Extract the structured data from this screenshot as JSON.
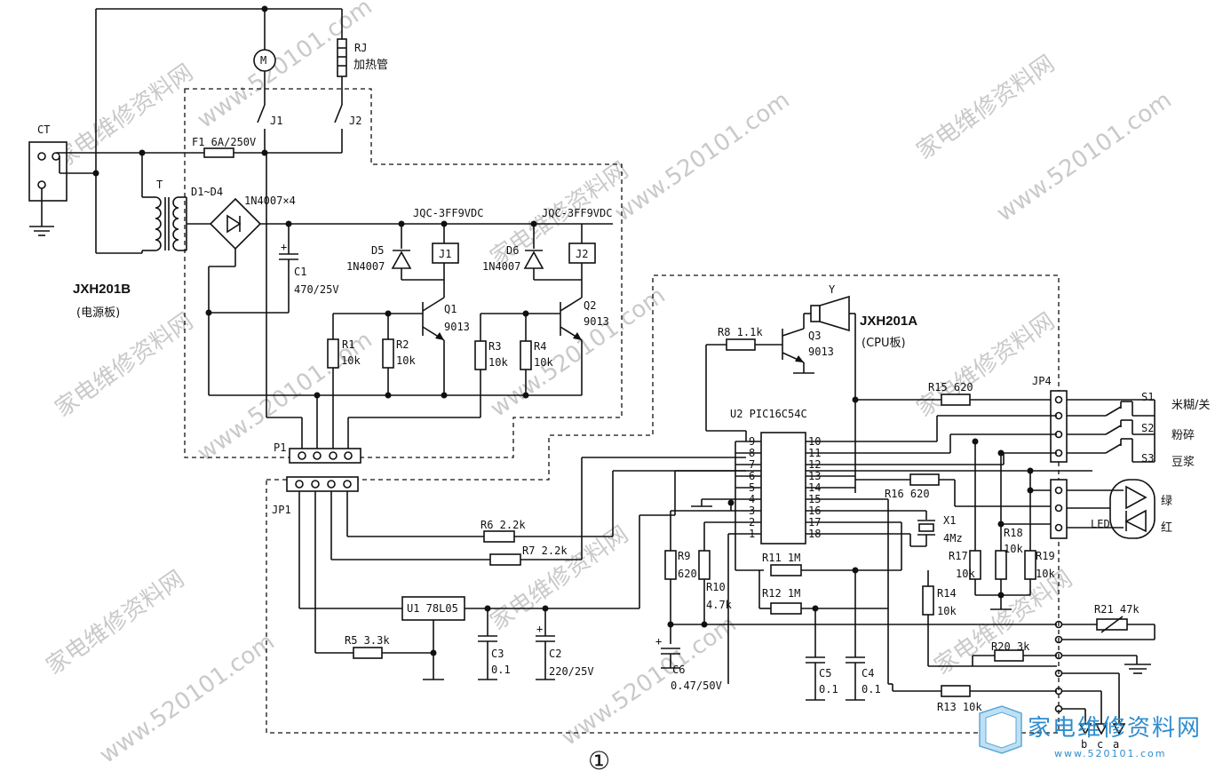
{
  "boards": {
    "power_name": "JXH201B",
    "power_sub": "(电源板)",
    "cpu_name": "JXH201A",
    "cpu_sub": "(CPU板)"
  },
  "components": {
    "ct": "CT",
    "t": "T",
    "m": "M",
    "rj": "RJ",
    "rj_desc": "加热管",
    "j1_sw": "J1",
    "j2_sw": "J2",
    "f1": "F1  6A/250V",
    "d1d4": "D1~D4",
    "bridge_note": "1N4007×4",
    "c1": "C1",
    "c1_val": "470/25V",
    "relay1": "JQC-3FF9VDC",
    "relay2": "JQC-3FF9VDC",
    "d5": "D5",
    "d5_val": "1N4007",
    "d6": "D6",
    "d6_val": "1N4007",
    "j1_coil": "J1",
    "j2_coil": "J2",
    "q1": "Q1",
    "q1_val": "9013",
    "q2": "Q2",
    "q2_val": "9013",
    "r1": "R1",
    "r1_val": "10k",
    "r2": "R2",
    "r2_val": "10k",
    "r3": "R3",
    "r3_val": "10k",
    "r4": "R4",
    "r4_val": "10k",
    "p1": "P1",
    "jp1": "JP1",
    "y": "Y",
    "r8": "R8  1.1k",
    "q3": "Q3",
    "q3_val": "9013",
    "u2": "U2  PIC16C54C",
    "r15": "R15  620",
    "jp4": "JP4",
    "s1": "S1",
    "s1_desc": "米糊/关",
    "s2": "S2",
    "s2_desc": "粉碎",
    "s3": "S3",
    "s3_desc": "豆浆",
    "r16": "R16  620",
    "x1": "X1",
    "x1_val": "4Mz",
    "led": "LED",
    "led_green": "绿",
    "led_red": "红",
    "r6": "R6  2.2k",
    "r7": "R7  2.2k",
    "r9": "R9",
    "r9_val": "620",
    "r10": "R10",
    "r10_val": "4.7k",
    "r11": "R11  1M",
    "r12": "R12  1M",
    "r17": "R17",
    "r17_val": "10k",
    "r18": "R18",
    "r18_val": "10k",
    "r19": "R19",
    "r19_val": "10k",
    "r14": "R14",
    "r14_val": "10k",
    "r21": "R21  47k",
    "r20": "R20  3k",
    "u1": "U1  78L05",
    "r5": "R5  3.3k",
    "c3": "C3",
    "c3_val": "0.1",
    "c2": "C2",
    "c2_val": "220/25V",
    "c6": "C6",
    "c6_val": "0.47/50V",
    "c5": "C5",
    "c5_val": "0.1",
    "c4": "C4",
    "c4_val": "0.1",
    "r13": "R13  10k",
    "probe_b": "b",
    "probe_c": "c",
    "probe_a": "a"
  },
  "pins_left": [
    "9",
    "8",
    "7",
    "6",
    "5",
    "4",
    "3",
    "2",
    "1"
  ],
  "pins_right": [
    "10",
    "11",
    "12",
    "13",
    "14",
    "15",
    "16",
    "17",
    "18"
  ],
  "figure_number": "①",
  "watermark": {
    "text": "家电维修资料网",
    "url": "www.520101.com",
    "logo_text": "家电维修资料网",
    "logo_url": "www.520101.com"
  }
}
